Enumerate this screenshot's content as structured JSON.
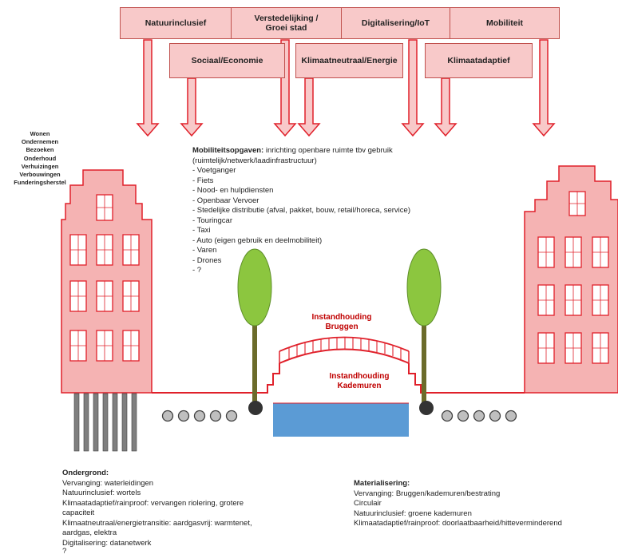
{
  "top_boxes": [
    {
      "label": "Natuurinclusief"
    },
    {
      "label": "Verstedelijking / Groei stad"
    },
    {
      "label": "Digitalisering/IoT"
    },
    {
      "label": "Mobiliteit"
    }
  ],
  "second_boxes": [
    {
      "label": "Sociaal/Economie"
    },
    {
      "label": "Klimaatneutraal/Energie"
    },
    {
      "label": "Klimaatadaptief"
    }
  ],
  "left_list": [
    "Wonen",
    "Ondernemen",
    "Bezoeken",
    "Onderhoud",
    "Verhuizingen",
    "Verbouwingen",
    "Funderingsherstel"
  ],
  "mobility": {
    "heading": "Mobiliteitsopgaven:",
    "intro": " inrichting openbare ruimte tbv gebruik",
    "intro2": "(ruimtelijk/netwerk/laadinfrastructuur)",
    "items": [
      "- Voetganger",
      "- Fiets",
      "- Nood- en hulpdiensten",
      "- Openbaar Vervoer",
      "- Stedelijke distributie (afval, pakket, bouw, retail/horeca, service)",
      "- Touringcar",
      "- Taxi",
      "- Auto (eigen gebruik en deelmobiliteit)",
      "- Varen",
      "- Drones",
      "- ?"
    ]
  },
  "bridges_label": [
    "Instandhouding",
    "Bruggen"
  ],
  "quays_label": [
    "Instandhouding",
    "Kademuren"
  ],
  "ondergrond": {
    "heading": "Ondergrond:",
    "lines": [
      "Vervanging: waterleidingen",
      "Natuurinclusief: wortels",
      "Klimaatadaptief/rainproof: vervangen riolering, grotere",
      "capaciteit",
      "Klimaatneutraal/energietransitie: aardgasvrij: warmtenet,",
      "aardgas, elektra",
      "Digitalisering: datanetwerk",
      "?"
    ]
  },
  "materialisering": {
    "heading": "Materialisering:",
    "lines": [
      "Vervanging: Bruggen/kademuren/bestrating",
      "Circulair",
      "Natuurinclusief: groene kademuren",
      "Klimaatadaptief/rainproof: doorlaatbaarheid/hitteverminderend"
    ]
  },
  "colors": {
    "box_fill": "#f8c9c9",
    "box_border": "#c0504d",
    "house_fill": "#f5b3b3",
    "house_stroke": "#e0202a",
    "water": "#5b9bd5",
    "tree": "#8cc63f",
    "trunk": "#6b6b2a",
    "label_red": "#c00000"
  }
}
